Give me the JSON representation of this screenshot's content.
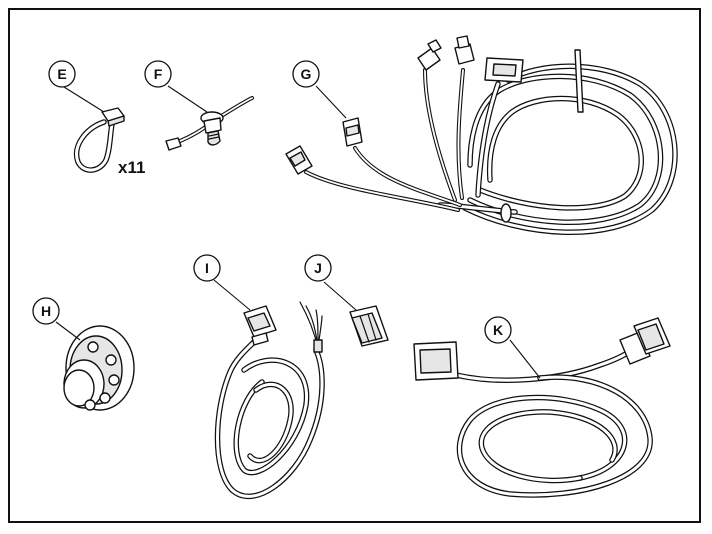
{
  "callouts": {
    "e": "E",
    "f": "F",
    "g": "G",
    "h": "H",
    "i": "I",
    "j": "J",
    "k": "K"
  },
  "quantities": {
    "e": "x11"
  },
  "colors": {
    "line": "#111111",
    "background": "#ffffff"
  }
}
